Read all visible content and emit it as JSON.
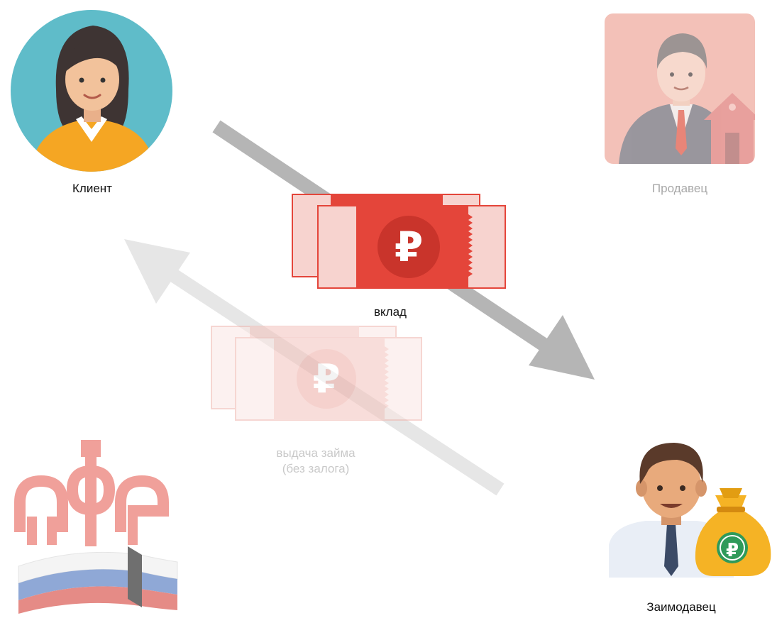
{
  "actors": {
    "client": {
      "label": "Клиент",
      "icon": "woman-avatar-icon"
    },
    "seller": {
      "label": "Продавец",
      "icon": "man-with-house-icon"
    },
    "lender": {
      "label": "Заимодавец",
      "icon": "man-with-money-bag-icon"
    },
    "pfr": {
      "icon": "pfr-logo-icon"
    }
  },
  "flows": {
    "deposit": {
      "label": "вклад",
      "icon": "ruble-banknote-icon"
    },
    "loan": {
      "label_line1": "выдача займа",
      "label_line2": "(без залога)",
      "icon": "ruble-banknote-icon"
    }
  },
  "colors": {
    "client_bg": "#5fbcc9",
    "note_red": "#e4453a",
    "note_red_dark": "#c9342b",
    "arrow_dark": "#b5b5b5",
    "arrow_light": "#e6e6e6",
    "faded_label": "#c9c9c9"
  }
}
